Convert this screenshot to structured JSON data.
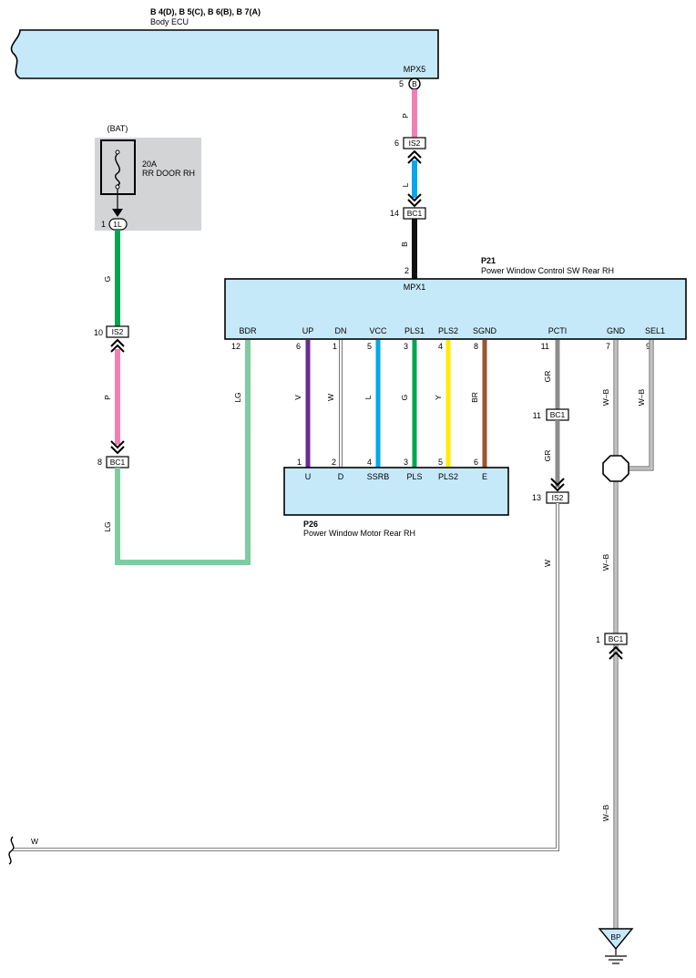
{
  "colors": {
    "panel_fill": "#c6e9fa",
    "fuse_fill": "#d3d4d6",
    "wire_pink": "#f27fb4",
    "wire_blue": "#00a8ec",
    "wire_black": "#111111",
    "wire_green": "#00a650",
    "wire_lightgreen": "#7fcca0",
    "wire_violet": "#6a2c91",
    "wire_yellow": "#ffec00",
    "wire_brown": "#a0522d",
    "wire_gray": "#8c8c8c",
    "wire_white_outline": "#555555"
  },
  "body_ecu": {
    "connectors": "B 4(D), B 5(C), B 6(B), B 7(A)",
    "name": "Body ECU",
    "terminal": "MPX5",
    "pin": "5",
    "pin_letter": "B"
  },
  "fuse": {
    "source": "(BAT)",
    "rating": "20A",
    "name": "RR DOOR RH",
    "junction_pin": "1",
    "junction_label": "1L"
  },
  "switch": {
    "code": "P21",
    "name": "Power Window Control SW Rear RH",
    "mpx_pin": "2",
    "mpx_label": "MPX1",
    "terminals": [
      {
        "label": "BDR",
        "pin": "12"
      },
      {
        "label": "UP",
        "pin": "6"
      },
      {
        "label": "DN",
        "pin": "1"
      },
      {
        "label": "VCC",
        "pin": "5"
      },
      {
        "label": "PLS1",
        "pin": "3"
      },
      {
        "label": "PLS2",
        "pin": "4"
      },
      {
        "label": "SGND",
        "pin": "8"
      },
      {
        "label": "PCTI",
        "pin": "11"
      },
      {
        "label": "GND",
        "pin": "7"
      },
      {
        "label": "SEL1",
        "pin": "9"
      }
    ]
  },
  "motor": {
    "code": "P26",
    "name": "Power Window Motor Rear RH",
    "terminals": [
      {
        "label": "U",
        "pin": "1"
      },
      {
        "label": "D",
        "pin": "2"
      },
      {
        "label": "SSRB",
        "pin": "4"
      },
      {
        "label": "PLS",
        "pin": "3"
      },
      {
        "label": "PLS2",
        "pin": "5"
      },
      {
        "label": "E",
        "pin": "6"
      }
    ]
  },
  "wire_colors": {
    "mpx_upper": "P",
    "mpx_middle": "L",
    "mpx_lower": "B",
    "left_upper": "G",
    "left_middle": "P",
    "left_lower": "LG",
    "bdr": "LG",
    "up": "V",
    "dn": "W",
    "vcc": "L",
    "pls1": "G",
    "pls2": "Y",
    "sgnd": "BR",
    "pcti_upper": "GR",
    "pcti_middle": "GR",
    "pcti_lower": "W",
    "gnd_upper": "W–B",
    "sel1": "W–B",
    "gnd_middle": "W–B",
    "gnd_lower": "W–B",
    "bottom": "W"
  },
  "inline_connectors": {
    "mpx_is2": {
      "pin": "6",
      "label": "IS2"
    },
    "mpx_bc1": {
      "pin": "14",
      "label": "BC1"
    },
    "left_is2": {
      "pin": "10",
      "label": "IS2"
    },
    "left_bc1": {
      "pin": "8",
      "label": "BC1"
    },
    "pcti_bc1": {
      "pin": "11",
      "label": "BC1"
    },
    "pcti_is2": {
      "pin": "13",
      "label": "IS2"
    },
    "gnd_bc1": {
      "pin": "1",
      "label": "BC1"
    }
  },
  "ground": {
    "label": "BP"
  }
}
